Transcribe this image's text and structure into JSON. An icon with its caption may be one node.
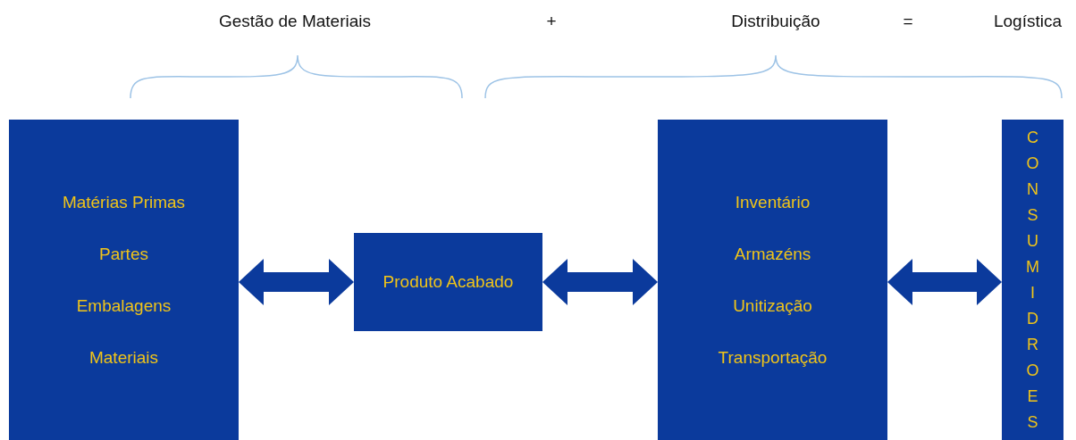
{
  "diagram": {
    "nodes": [
      {
        "text": [
          "Matérias Primas",
          "Partes",
          "Embalagens",
          "Materiais"
        ]
      },
      {
        "text": [
          "Produto Acabado"
        ]
      },
      {
        "text": [
          "Inventário",
          "Armazéns",
          "Unitização",
          "Transportação"
        ]
      },
      {
        "text": [
          "CONSUMIDROES"
        ]
      }
    ],
    "edges": [
      {
        "from": 0,
        "to": 1,
        "arrow": "both"
      },
      {
        "from": 1,
        "to": 2,
        "arrow": "both"
      },
      {
        "from": 2,
        "to": 3,
        "arrow": "both"
      }
    ],
    "labels": [
      "Gestão de Materiais",
      "+",
      "Distribuição",
      "=",
      "Logística"
    ]
  }
}
